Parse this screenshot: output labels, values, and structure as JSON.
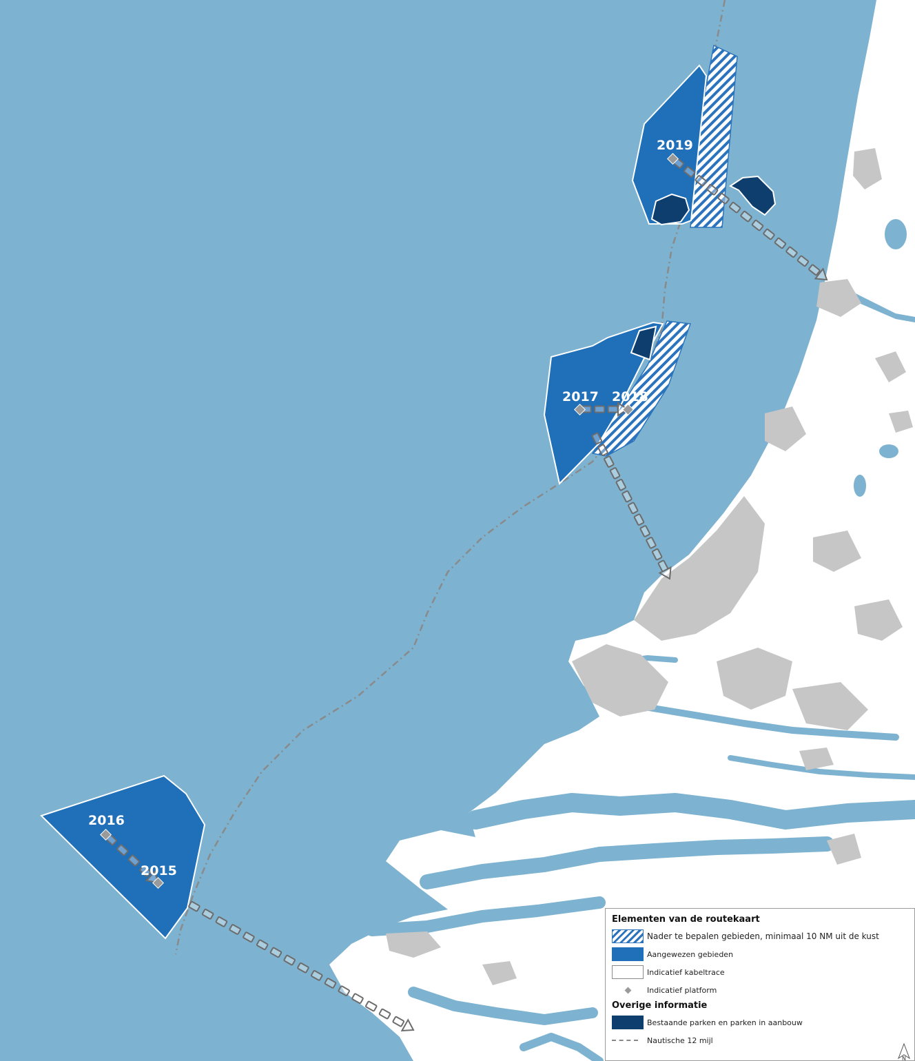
{
  "map": {
    "colors": {
      "sea": "#7db3d0",
      "land": "#ffffff",
      "urban": "#c6c6c6",
      "designated_area": "#1f6fb9",
      "existing_parks": "#0d3e6e",
      "hatch": "#2b74bd",
      "platform": "#9a9a9a",
      "cable": "#6c6c6c",
      "nautical_line": "#8a8a8a"
    },
    "year_labels": {
      "y2019": "2019",
      "y2017": "2017",
      "y2018": "2018",
      "y2016": "2016",
      "y2015": "2015"
    }
  },
  "legend": {
    "title": "Elementen van de routekaart",
    "items": [
      {
        "label": "Nader te bepalen gebieden, minimaal 10 NM uit de kust",
        "symbol": "hatch-swatch"
      },
      {
        "label": "Aangewezen gebieden",
        "symbol": "solid-blue-swatch"
      },
      {
        "label": "Indicatief kabeltrace",
        "symbol": "white-swatch"
      },
      {
        "label": "Indicatief platform",
        "symbol": "diamond-icon"
      }
    ],
    "subtitle": "Overige informatie",
    "other_items": [
      {
        "label": "Bestaande parken en parken in aanbouw",
        "symbol": "dark-blue-swatch"
      },
      {
        "label": "Nautische 12 mijl",
        "symbol": "dashed-line"
      }
    ]
  },
  "north_arrow": {
    "label": "N",
    "icon": "north-arrow-icon"
  }
}
